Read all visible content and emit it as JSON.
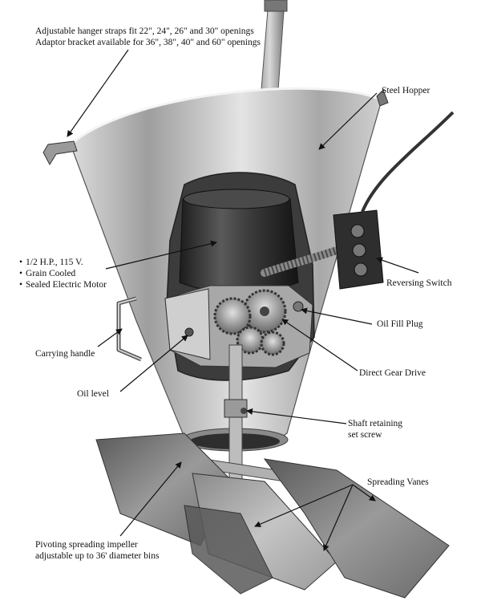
{
  "labels": {
    "hanger": {
      "line1": "Adjustable hanger straps fit 22\", 24\", 26\" and 30\" openings",
      "line2": "Adaptor bracket available for 36\", 38\", 40\" and 60\" openings"
    },
    "steel_hopper": "Steel Hopper",
    "motor": [
      "1/2 H.P., 115 V.",
      "Grain Cooled",
      "Sealed Electric Motor"
    ],
    "reversing_switch": "Reversing Switch",
    "oil_fill_plug": "Oil Fill Plug",
    "carrying_handle": "Carrying handle",
    "direct_gear_drive": "Direct Gear Drive",
    "oil_level": "Oil level",
    "shaft_retaining": {
      "line1": "Shaft retaining",
      "line2": "set screw"
    },
    "spreading_vanes": "Spreading Vanes",
    "impeller": {
      "line1": "Pivoting spreading impeller",
      "line2": "adjustable up to 36' diameter bins"
    }
  },
  "colors": {
    "steel_light": "#e6e6e6",
    "steel_mid": "#b4b4b4",
    "steel_dark": "#6a6a6a",
    "motor_dark": "#2a2a2a",
    "cable": "#333333",
    "leader_line": "#111111"
  }
}
